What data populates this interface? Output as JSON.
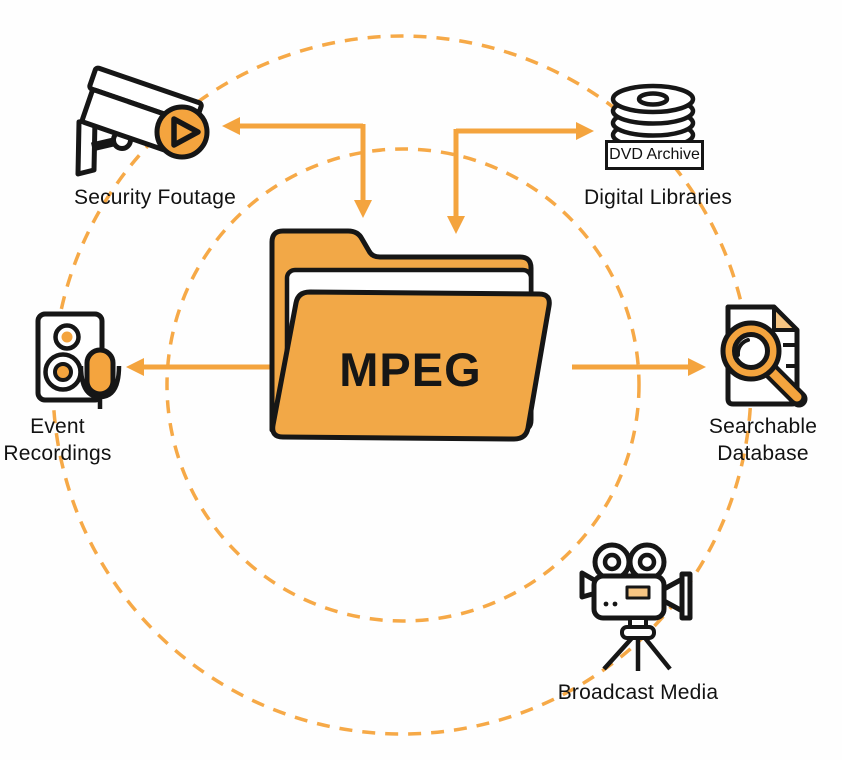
{
  "colors": {
    "accent": "#F4A43E",
    "accent_light": "#F6C583",
    "folder": "#F2A847",
    "outline": "#161616",
    "dash": "#F6A947",
    "text": "#121212",
    "background": "#FEFEFE"
  },
  "center": {
    "label": "MPEG"
  },
  "nodes": {
    "security": {
      "label": "Security Foutage"
    },
    "digital": {
      "label": "Digital Libraries",
      "badge": "DVD Archive"
    },
    "event": {
      "line1": "Event",
      "line2": "Recordings"
    },
    "searchable": {
      "line1": "Searchable",
      "line2": "Database"
    },
    "broadcast": {
      "label": "Broadcast Media"
    }
  }
}
